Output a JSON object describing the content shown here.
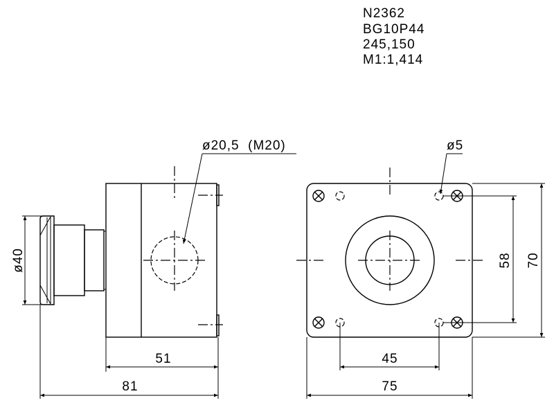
{
  "title_block": {
    "lines": [
      "N2362",
      "BG10P44",
      "245,150",
      "M1:1,414"
    ]
  },
  "side_view": {
    "hole_label": "ø20,5  (M20)",
    "button_diameter": "ø40",
    "box_depth": "51",
    "total_depth": "81"
  },
  "front_view": {
    "mount_hole_label": "ø5",
    "hole_spacing_vertical": "58",
    "height": "70",
    "hole_spacing_horizontal": "45",
    "width": "75"
  }
}
